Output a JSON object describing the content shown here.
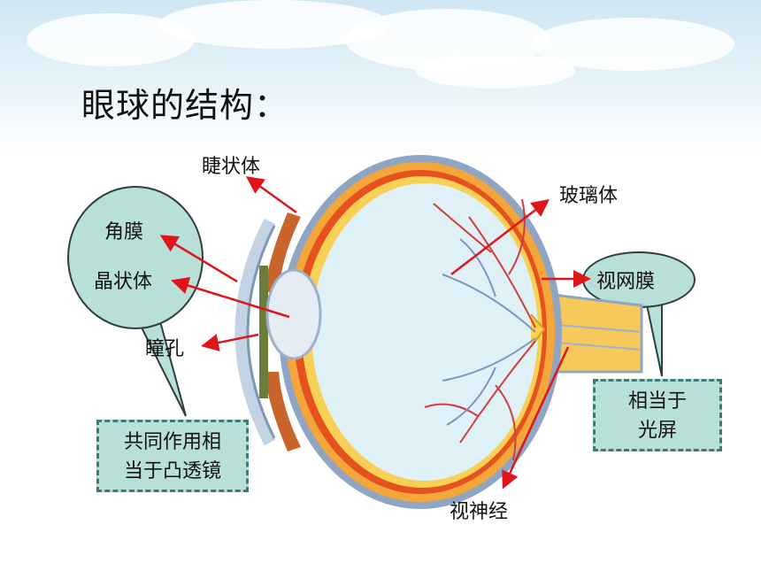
{
  "title": "眼球的结构：",
  "labels": {
    "ciliary_body": "睫状体",
    "cornea": "角膜",
    "lens": "晶状体",
    "pupil": "瞳孔",
    "vitreous": "玻璃体",
    "retina": "视网膜",
    "optic_nerve": "视神经"
  },
  "notes": {
    "convex_lens_line1": "共同作用相",
    "convex_lens_line2": "当于凸透镜",
    "screen_line1": "相当于",
    "screen_line2": "光屏"
  },
  "colors": {
    "arrow": "#e0141b",
    "bubble": "#b9dfd9",
    "box_border": "#3c7b78",
    "sclera": "#f5a63a",
    "choroid": "#e6521e",
    "vitreous": "#dff0f6"
  }
}
